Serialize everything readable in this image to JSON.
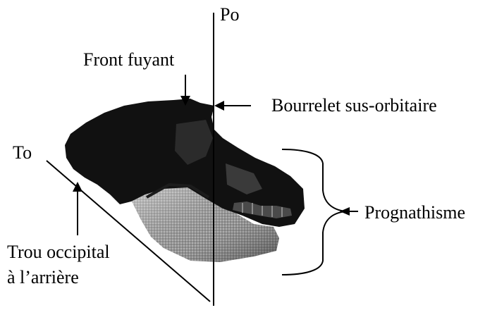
{
  "labels": {
    "po": "Po",
    "front_fuyant": "Front fuyant",
    "bourrelet": "Bourrelet sus-orbitaire",
    "to": "To",
    "prognathisme": "Prognathisme",
    "trou_line1": "Trou occipital",
    "trou_line2": "à l’arrière"
  },
  "colors": {
    "ink": "#000000",
    "skull_dark": "#111111",
    "jaw_gray": "#8a8a8a"
  }
}
